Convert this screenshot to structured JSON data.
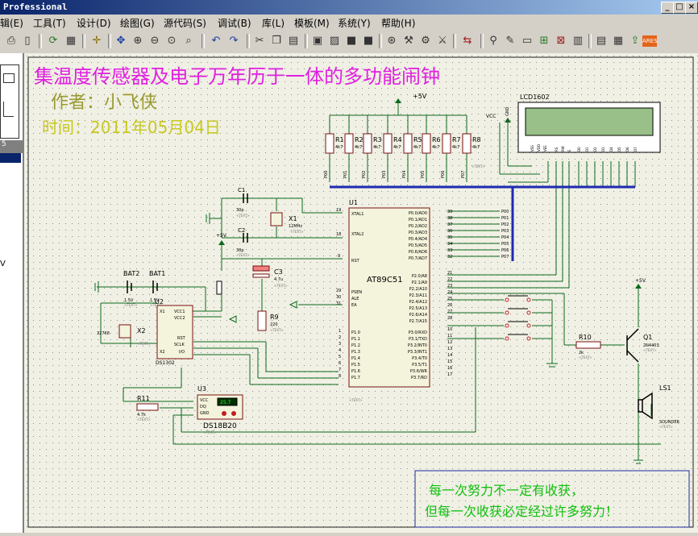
{
  "app": {
    "title": "Professional"
  },
  "window_buttons": {
    "minimize": "_",
    "maximize": "□",
    "close": "×"
  },
  "menu": [
    "辑(E)",
    "工具(T)",
    "设计(D)",
    "绘图(G)",
    "源代码(S)",
    "调试(B)",
    "库(L)",
    "模板(M)",
    "系统(Y)",
    "帮助(H)"
  ],
  "left_panel": {
    "number": "5",
    "letter": "V"
  },
  "schematic": {
    "title": "集温度传感器及电子万年历于一体的多功能闹钟",
    "author": "作者：小飞侠",
    "date": "时间：2011年05月04日",
    "motto_line1": "每一次努力不一定有收获，",
    "motto_line2": "但每一次收获必定经过许多努力！",
    "vcc_label": "+5V",
    "lcd": {
      "name": "LCD1602",
      "vcc": "VCC",
      "gnd": "GND",
      "pins": [
        "VSS",
        "VDD",
        "VEE",
        "RS",
        "RW",
        "E",
        "D0",
        "D1",
        "D2",
        "D3",
        "D4",
        "D5",
        "D6",
        "D7"
      ]
    },
    "resistors": [
      "R1",
      "R2",
      "R3",
      "R4",
      "R5",
      "R6",
      "R7",
      "R8"
    ],
    "res_value": "4k7",
    "port_labels": [
      "P00",
      "P01",
      "P02",
      "P03",
      "P04",
      "P05",
      "P06",
      "P07"
    ],
    "mcu": {
      "ref": "U1",
      "name": "AT89C51",
      "left_pins": [
        "XTAL1",
        "XTAL2",
        "RST",
        "PSEN",
        "ALE",
        "EA",
        "P1.0",
        "P1.1",
        "P1.2",
        "P1.3",
        "P1.4",
        "P1.5",
        "P1.6",
        "P1.7"
      ],
      "left_nums": [
        "19",
        "18",
        "9",
        "29",
        "30",
        "31",
        "1",
        "2",
        "3",
        "4",
        "5",
        "6",
        "7",
        "8"
      ],
      "right_pins": [
        "P0.0/AD0",
        "P0.1/AD1",
        "P0.2/AD2",
        "P0.3/AD3",
        "P0.4/AD4",
        "P0.5/AD5",
        "P0.6/AD6",
        "P0.7/AD7",
        "P2.0/A8",
        "P2.1/A9",
        "P2.2/A10",
        "P2.3/A11",
        "P2.4/A12",
        "P2.5/A13",
        "P2.6/A14",
        "P2.7/A15",
        "P3.0/RXD",
        "P3.1/TXD",
        "P3.2/INT0",
        "P3.3/INT1",
        "P3.4/T0",
        "P3.5/T1",
        "P3.6/WR",
        "P3.7/RD"
      ],
      "right_nums": [
        "39",
        "38",
        "37",
        "36",
        "35",
        "34",
        "33",
        "32",
        "21",
        "22",
        "23",
        "24",
        "25",
        "26",
        "27",
        "28",
        "10",
        "11",
        "12",
        "13",
        "14",
        "15",
        "16",
        "17"
      ]
    },
    "c1": {
      "ref": "C1",
      "value": "30p"
    },
    "c2": {
      "ref": "C2",
      "value": "30p"
    },
    "c3": {
      "ref": "C3",
      "value": "4.7u"
    },
    "x1": {
      "ref": "X1",
      "value": "12MHz"
    },
    "x2": {
      "ref": "X2",
      "value": "32768"
    },
    "r9": {
      "ref": "R9",
      "value": "220"
    },
    "r10": {
      "ref": "R10",
      "value": "2k"
    },
    "r11": {
      "ref": "R11",
      "value": "4.7k"
    },
    "q1": {
      "ref": "Q1",
      "value": "2N4403"
    },
    "ls1": {
      "ref": "LS1",
      "value": "SOUNDER"
    },
    "bat2": {
      "ref": "BAT2",
      "value": "1.5V"
    },
    "bat1": {
      "ref": "BAT1",
      "value": "1.5V"
    },
    "u2": {
      "ref": "U2",
      "name": "DS1302",
      "pins": [
        "X1",
        "VCC1",
        "VCC2",
        "RST",
        "SCLK",
        "X2",
        "I/O"
      ]
    },
    "u3": {
      "ref": "U3",
      "name": "DS18B20",
      "pins": [
        "VCC",
        "DQ",
        "GND"
      ],
      "reading": "25.7"
    },
    "text_tag": "<TEXT>"
  }
}
